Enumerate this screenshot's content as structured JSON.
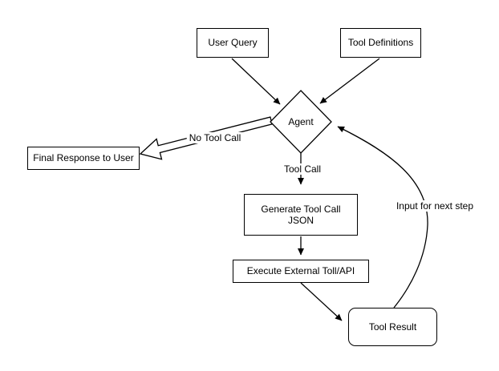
{
  "diagram": {
    "nodes": {
      "user_query": {
        "label": "User Query",
        "shape": "rectangle"
      },
      "tool_definitions": {
        "label": "Tool Definitions",
        "shape": "rectangle"
      },
      "agent": {
        "label": "Agent",
        "shape": "diamond"
      },
      "final_response": {
        "label": "Final Response to User",
        "shape": "rectangle"
      },
      "generate_json": {
        "label": "Generate Tool Call JSON",
        "shape": "rectangle"
      },
      "execute_api": {
        "label": "Execute External Toll/API",
        "shape": "rectangle"
      },
      "tool_result": {
        "label": "Tool Result",
        "shape": "rounded-rectangle"
      }
    },
    "edge_labels": {
      "no_tool_call": "No Tool Call",
      "tool_call": "Tool Call",
      "input_next_step": "Input for next step"
    },
    "colors": {
      "stroke": "#000000",
      "background": "#ffffff",
      "text": "#000000"
    }
  }
}
